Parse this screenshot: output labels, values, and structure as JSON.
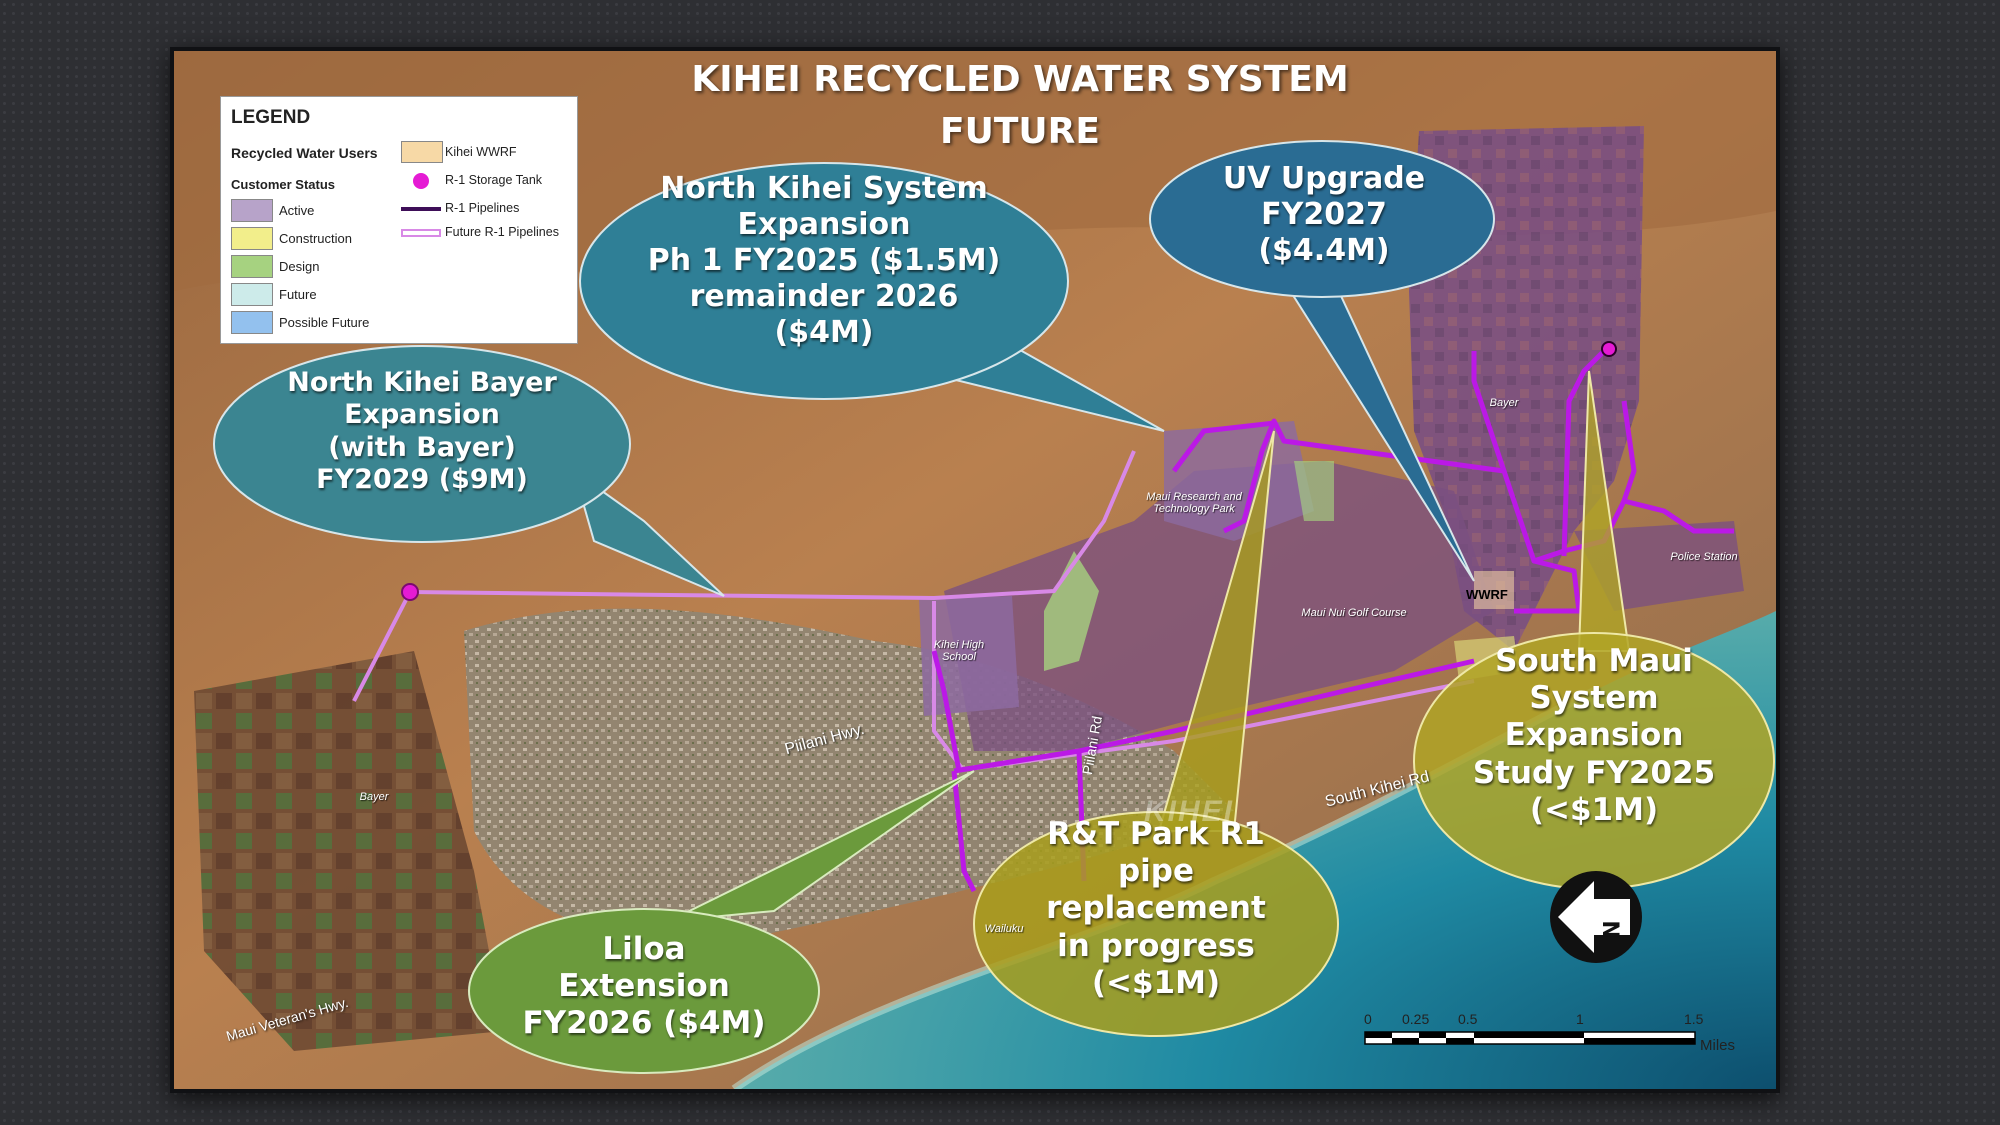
{
  "title": {
    "line1": "KIHEI RECYCLED WATER SYSTEM",
    "line2": "FUTURE"
  },
  "legend": {
    "heading": "LEGEND",
    "recycled_users": "Recycled Water Users",
    "customer_status": "Customer Status",
    "status_items": [
      {
        "label": "Active",
        "color": "#b7a3c9"
      },
      {
        "label": "Construction",
        "color": "#f2ee8b"
      },
      {
        "label": "Design",
        "color": "#a6d280"
      },
      {
        "label": "Future",
        "color": "#cdebea"
      },
      {
        "label": "Possible Future",
        "color": "#93c1ee"
      }
    ],
    "wwrf": {
      "label": "Kihei WWRF",
      "color": "#f7d9a6"
    },
    "storage_tank": {
      "label": "R-1 Storage Tank",
      "color": "#e51bd4"
    },
    "pipelines": {
      "label": "R-1 Pipelines",
      "color": "#3e0e58"
    },
    "future_pipelines": {
      "label": "Future R-1 Pipelines",
      "color": "#d889e6"
    }
  },
  "callouts": {
    "north_kihei_expansion": {
      "lines": [
        "North Kihei System",
        "Expansion",
        "Ph 1 FY2025 ($1.5M)",
        "remainder 2026",
        "($4M)"
      ],
      "color": "#2f7f96"
    },
    "uv_upgrade": {
      "lines": [
        "UV Upgrade",
        "FY2027",
        "($4.4M)"
      ],
      "color": "#2a6c93"
    },
    "north_kihei_bayer": {
      "lines": [
        "North Kihei Bayer",
        "Expansion",
        "(with Bayer)",
        "FY2029 ($9M)"
      ],
      "color": "#3b8591"
    },
    "south_maui": {
      "lines": [
        "South Maui",
        "System",
        "Expansion",
        "Study FY2025",
        "(<$1M)"
      ],
      "color": "#b0a526"
    },
    "rt_park": {
      "lines": [
        "R&T Park R1",
        "pipe",
        "replacement",
        "in progress",
        "(<$1M)"
      ],
      "color": "#a89d1c"
    },
    "liloa": {
      "lines": [
        "Liloa",
        "Extension",
        "FY2026 ($4M)"
      ],
      "color": "#6b9a3c"
    }
  },
  "places": {
    "maui_research": "Maui Research and Technology Park",
    "kihei_high_school": "Kihei High School",
    "maui_nui_golf": "Maui Nui Golf Course",
    "bayer_north": "Bayer",
    "bayer_south": "Bayer",
    "police_station": "Police Station",
    "wailea": "Wailuku",
    "wwrf": "WWRF",
    "kihei": "KIHEI"
  },
  "roads": {
    "piilani": "Piilani Hwy.",
    "piilani_rd": "Piilani Rd",
    "south_kihei": "South Kihei Rd",
    "veterans": "Maui Veteran's Hwy."
  },
  "scale": {
    "ticks": [
      "0",
      "0.25",
      "0.5",
      "1",
      "1.5"
    ],
    "unit": "Miles"
  },
  "north_arrow": {
    "letter": "N"
  }
}
